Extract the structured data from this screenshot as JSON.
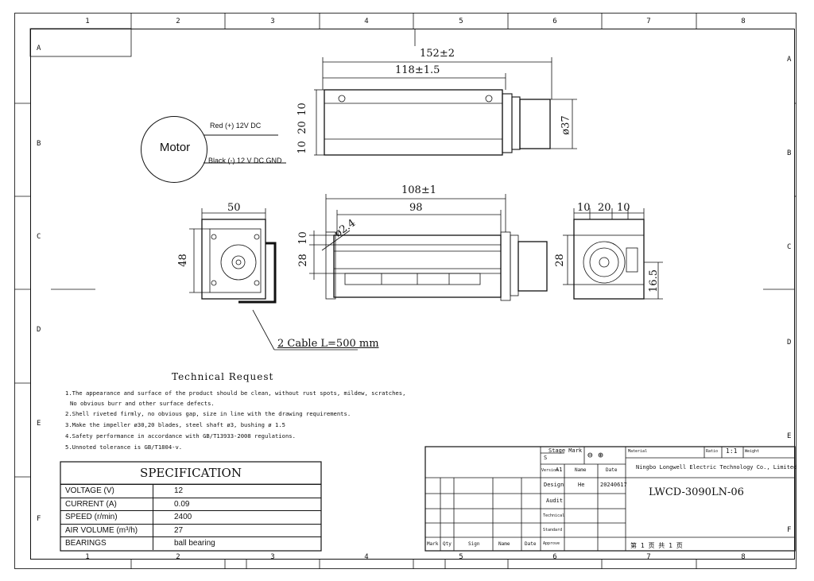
{
  "grid": {
    "columns": [
      "1",
      "2",
      "3",
      "4",
      "5",
      "6",
      "7",
      "8"
    ],
    "rows": [
      "A",
      "B",
      "C",
      "D",
      "E",
      "F"
    ]
  },
  "motor": {
    "label": "Motor",
    "red_wire": "Red (+) 12V DC",
    "black_wire": "Black (-) 12 V DC GND"
  },
  "dimensions": {
    "top_overall": "152±2",
    "top_body": "118±1.5",
    "top_v1": "10",
    "top_v2": "20",
    "top_v3": "10",
    "top_dia": "ø37",
    "side_width": "50",
    "side_height": "48",
    "front_overall": "108±1",
    "front_inner": "98",
    "front_hole": "ø2.4",
    "front_v1": "10",
    "front_v2": "28",
    "end_h1": "10",
    "end_h2": "20",
    "end_h3": "10",
    "end_v1": "28",
    "end_v2": "16.5",
    "cable": "2 Cable L=500 mm"
  },
  "technical_request": {
    "title": "Technical Request",
    "items": [
      "1.The appearance and surface of the product should be clean, without rust spots, mildew, scratches,",
      "  No obvious burr and other surface defects.",
      "2.Shell riveted firmly, no obvious gap, size in line with the drawing requirements.",
      "3.Make the impeller ø30,20 blades, steel shaft ø3, bushing ø 1.5",
      "4.Safety performance in accordance with GB/T13933-2008 regulations.",
      "5.Unnoted tolerance is GB/T1804-v."
    ]
  },
  "specification": {
    "title": "SPECIFICATION",
    "rows": [
      {
        "label": "VOLTAGE (V)",
        "value": "12"
      },
      {
        "label": "CURRENT  (A)",
        "value": "0.09"
      },
      {
        "label": "SPEED   (r/min)",
        "value": "2400"
      },
      {
        "label": "AIR VOLUME  (m³/h)",
        "value": "27"
      },
      {
        "label": "BEARINGS",
        "value": "ball bearing"
      }
    ]
  },
  "title_block": {
    "stage_mark": "Stage Mark",
    "stage_value": "S",
    "version_label": "Version",
    "version": "A1",
    "name_label": "Name",
    "date_label": "Date",
    "design_label": "Design",
    "designer": "He",
    "design_date": "20240617",
    "audit_label": "Audit",
    "technical_label": "Technical",
    "standard_label": "Standard",
    "approve_label": "Approve",
    "material_label": "Material",
    "ratio_label": "Ratio",
    "ratio": "1:1",
    "weight_label": "Weight",
    "company": "Ningbo Longwell Electric Technology  Co., Limited",
    "part_number": "LWCD-3090LN-06",
    "page": "第 1 页    共 1 页",
    "rev_headers": [
      "Mark",
      "Qty",
      "Sign",
      "Name",
      "Date"
    ]
  }
}
